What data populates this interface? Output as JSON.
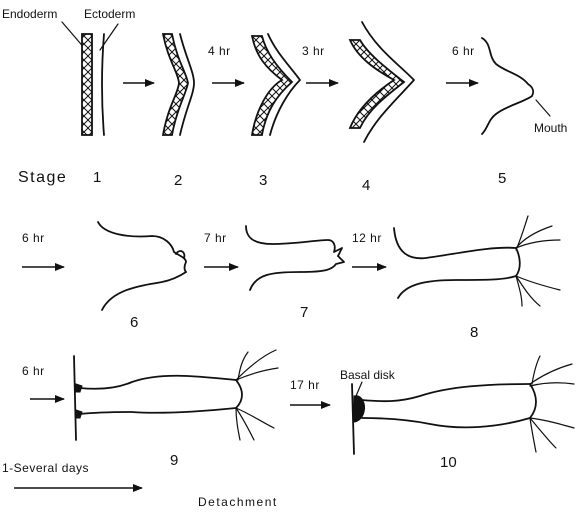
{
  "labels": {
    "endoderm": "Endoderm",
    "ectoderm": "Ectoderm",
    "mouth": "Mouth",
    "stage_word": "Stage",
    "basal_disk": "Basal disk",
    "several_days": "1-Several days",
    "detachment": "Detachment"
  },
  "stages": [
    "1",
    "2",
    "3",
    "4",
    "5",
    "6",
    "7",
    "8",
    "9",
    "10"
  ],
  "times": [
    "4 hr",
    "3 hr",
    "6 hr",
    "6 hr",
    "7 hr",
    "12 hr",
    "6 hr",
    "17 hr"
  ]
}
